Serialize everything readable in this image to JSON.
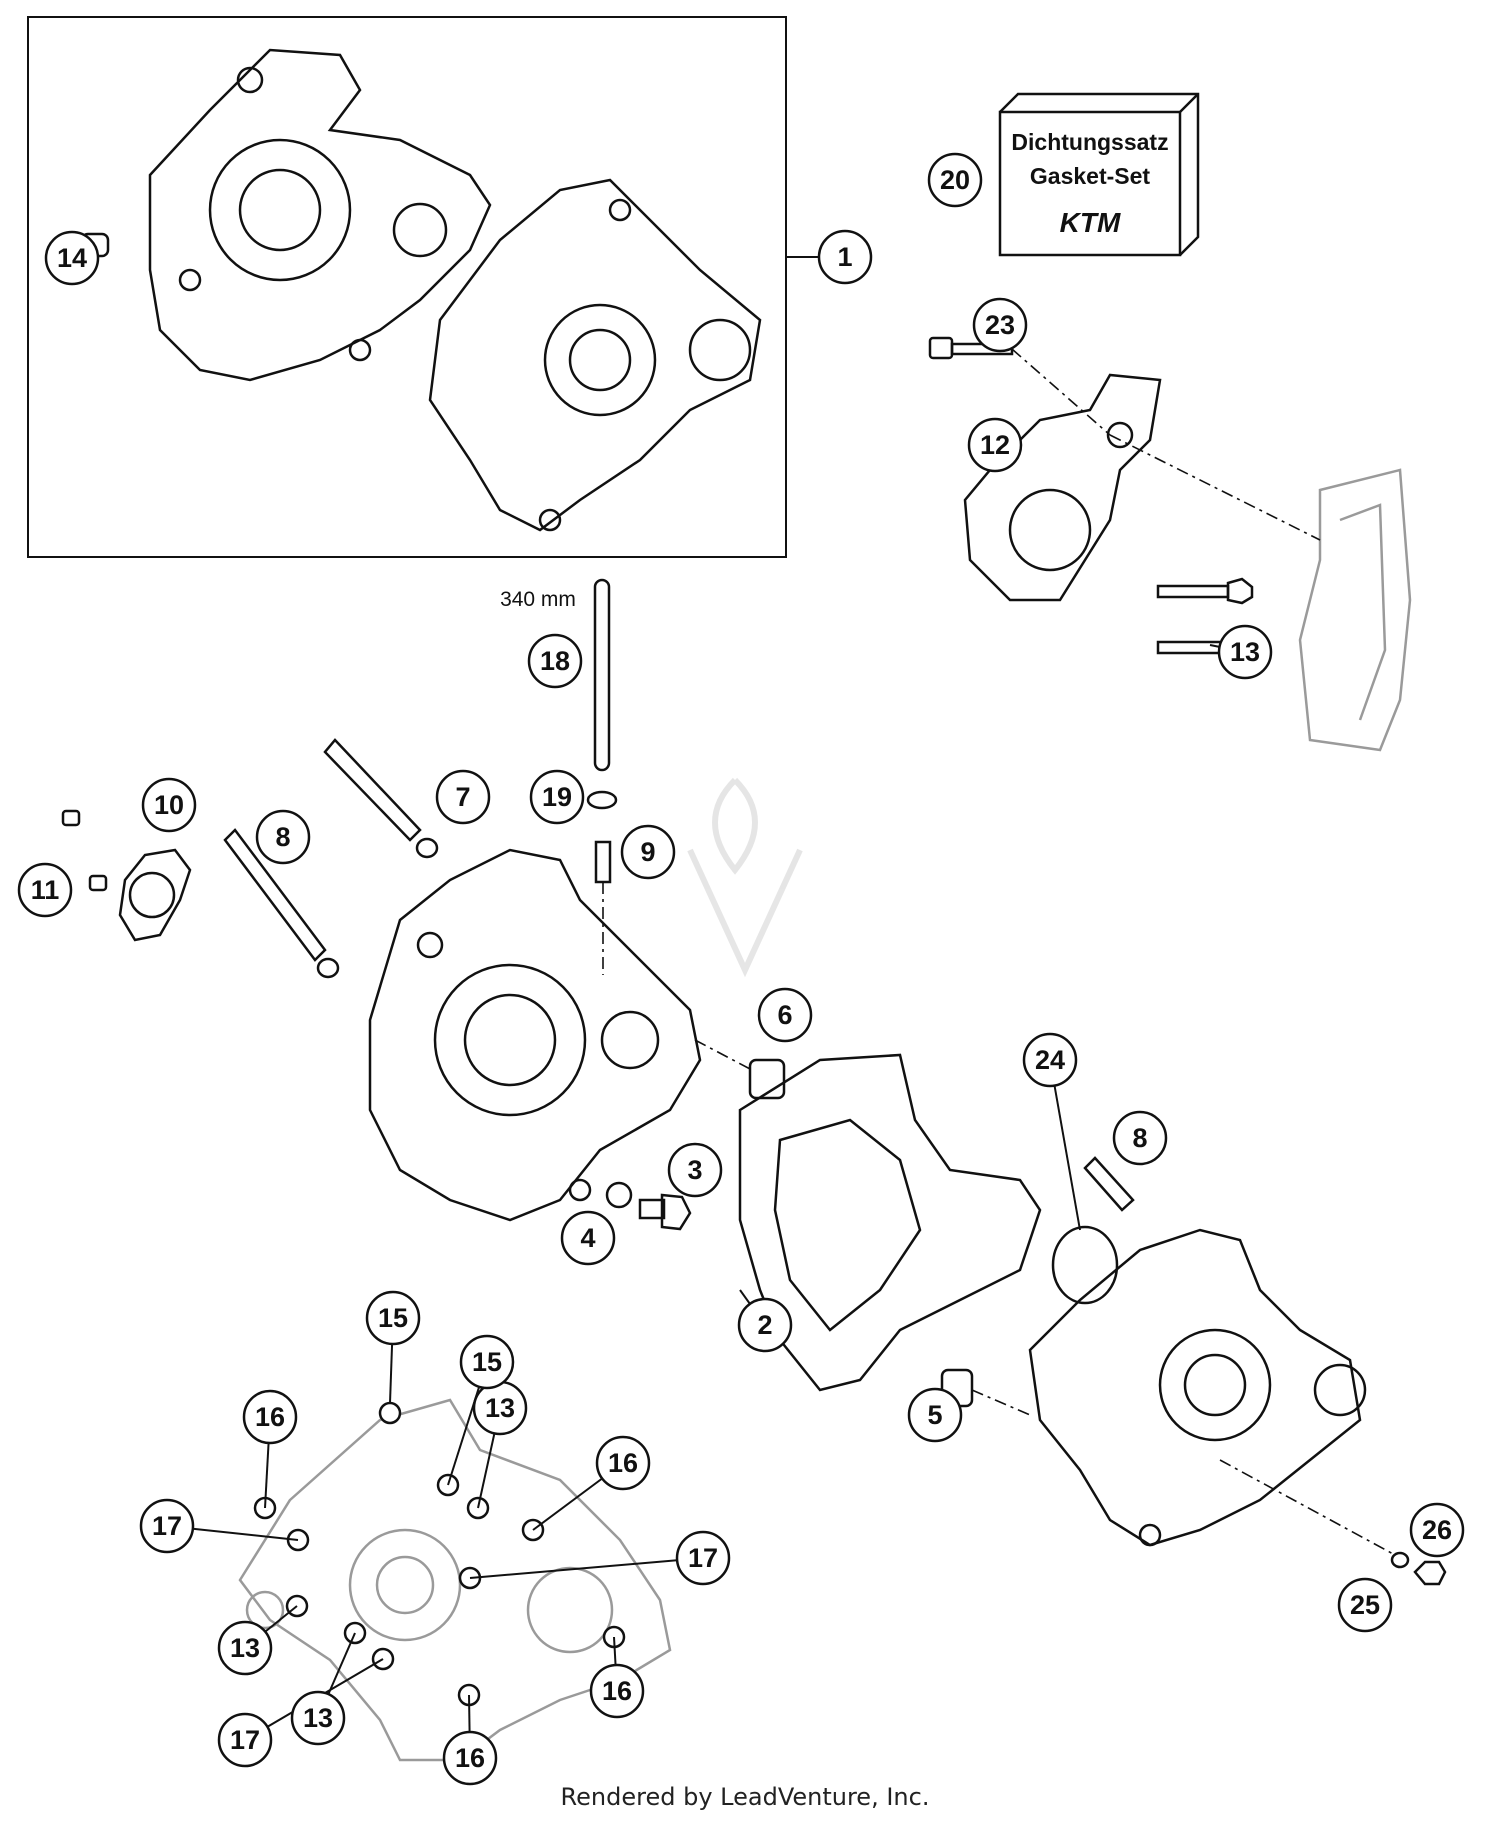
{
  "callouts": [
    {
      "label": "1"
    },
    {
      "label": "2"
    },
    {
      "label": "3"
    },
    {
      "label": "4"
    },
    {
      "label": "5"
    },
    {
      "label": "6"
    },
    {
      "label": "7"
    },
    {
      "label": "8"
    },
    {
      "label": "8"
    },
    {
      "label": "9"
    },
    {
      "label": "10"
    },
    {
      "label": "11"
    },
    {
      "label": "12"
    },
    {
      "label": "13"
    },
    {
      "label": "13"
    },
    {
      "label": "13"
    },
    {
      "label": "13"
    },
    {
      "label": "14"
    },
    {
      "label": "15"
    },
    {
      "label": "15"
    },
    {
      "label": "16"
    },
    {
      "label": "16"
    },
    {
      "label": "16"
    },
    {
      "label": "16"
    },
    {
      "label": "17"
    },
    {
      "label": "17"
    },
    {
      "label": "17"
    },
    {
      "label": "18"
    },
    {
      "label": "19"
    },
    {
      "label": "20"
    },
    {
      "label": "23"
    },
    {
      "label": "24"
    },
    {
      "label": "25"
    },
    {
      "label": "26"
    }
  ],
  "dimension": "340 mm",
  "gasket_box": {
    "line1": "Dichtungssatz",
    "line2": "Gasket-Set",
    "brand": "KTM"
  },
  "footer": "Rendered by LeadVenture, Inc.",
  "colors": {
    "line": "#111111",
    "light_part": "#9a9a9a",
    "watermark": "#d9d9d9"
  }
}
